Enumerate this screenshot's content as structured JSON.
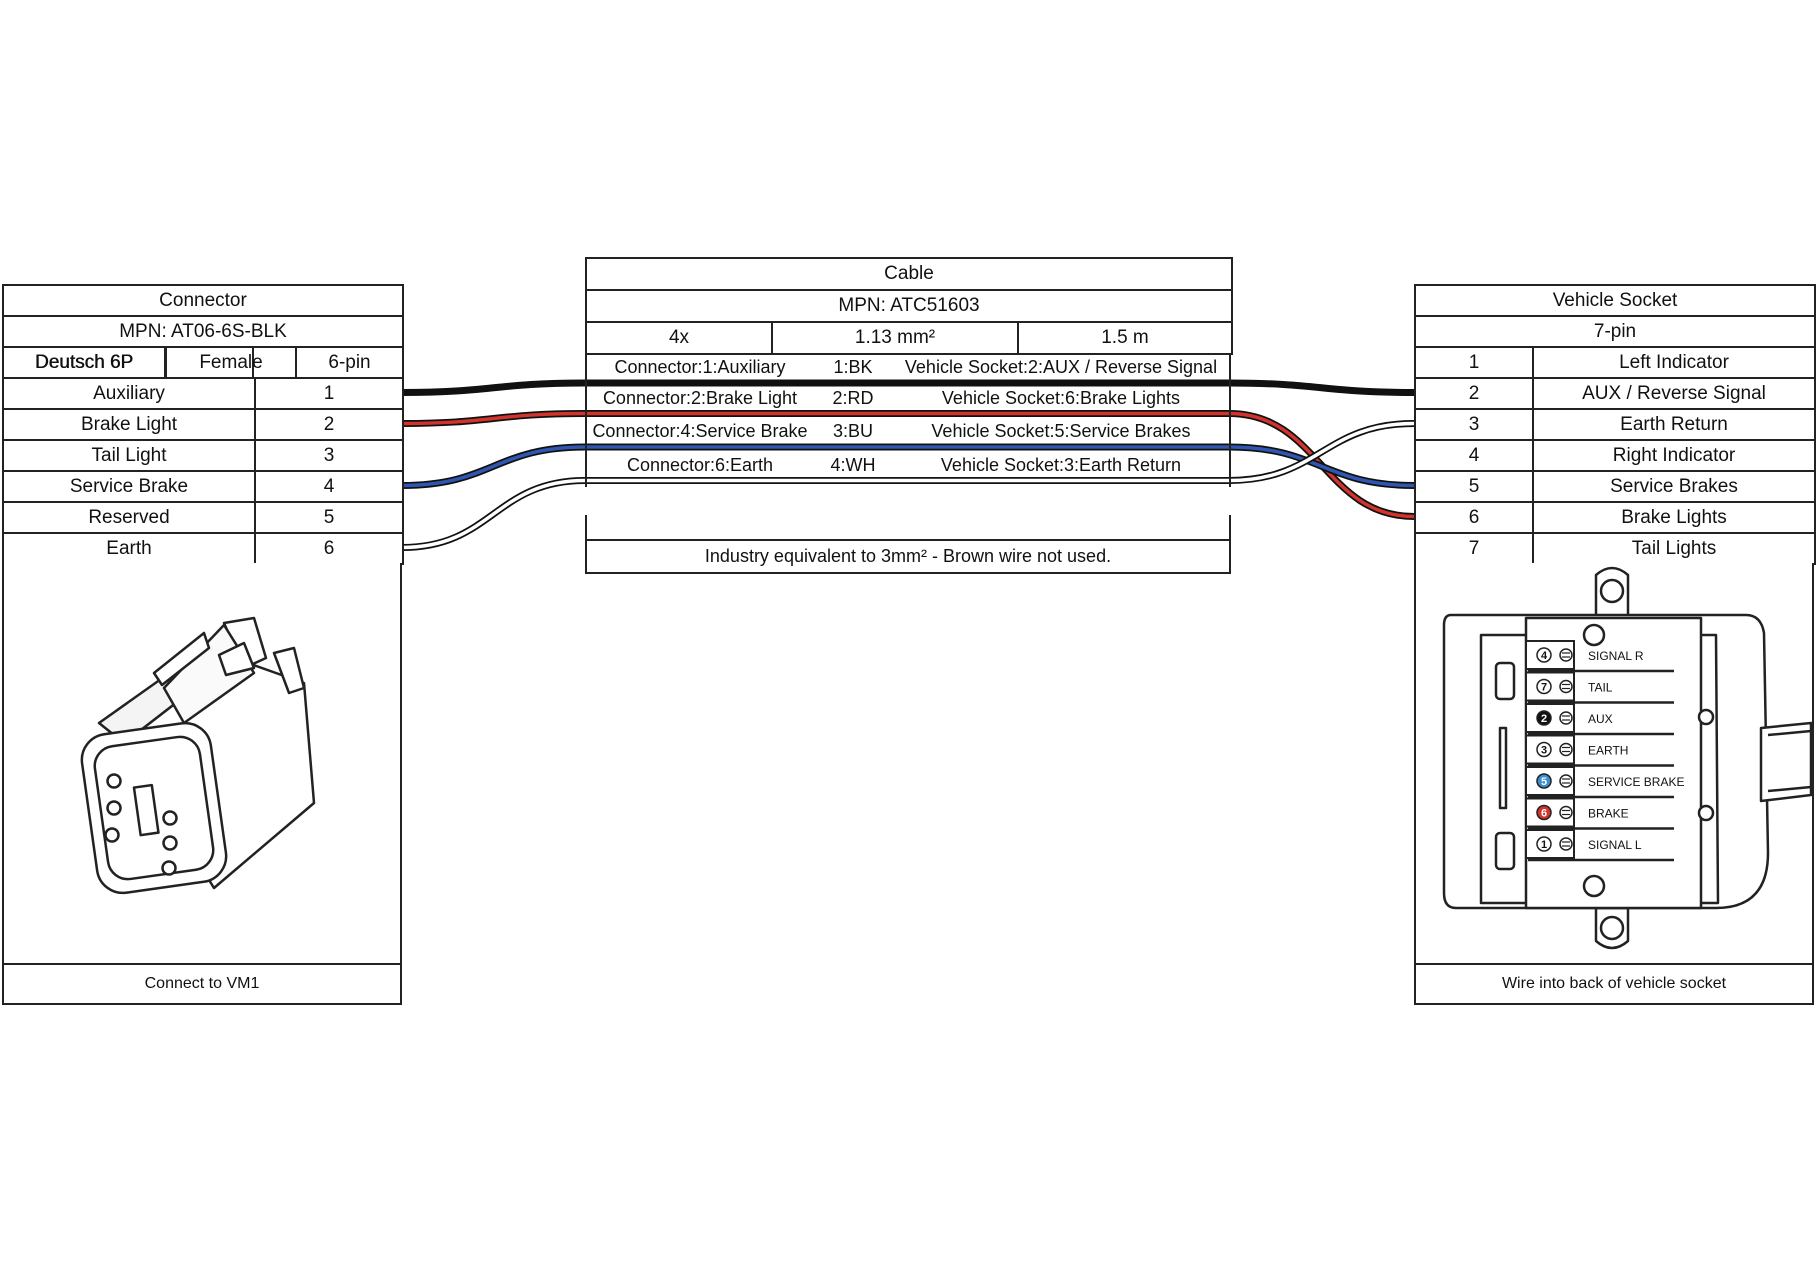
{
  "connector": {
    "title": "Connector",
    "mpn": "MPN: AT06-6S-BLK",
    "type": "Deutsch 6P",
    "gender": "Female",
    "pincount": "6-pin",
    "pins": [
      {
        "label": "Auxiliary",
        "pin": "1"
      },
      {
        "label": "Brake Light",
        "pin": "2"
      },
      {
        "label": "Tail Light",
        "pin": "3"
      },
      {
        "label": "Service Brake",
        "pin": "4"
      },
      {
        "label": "Reserved",
        "pin": "5"
      },
      {
        "label": "Earth",
        "pin": "6"
      }
    ],
    "caption": "Connect to VM1"
  },
  "cable": {
    "title": "Cable",
    "mpn": "MPN: ATC51603",
    "count": "4x",
    "gauge": "1.13 mm²",
    "length": "1.5 m",
    "wires": [
      {
        "from": "Connector:1:Auxiliary",
        "wire": "1:BK",
        "to": "Vehicle Socket:2:AUX / Reverse Signal",
        "color": "#111111"
      },
      {
        "from": "Connector:2:Brake Light",
        "wire": "2:RD",
        "to": "Vehicle Socket:6:Brake Lights",
        "color": "#d0342c"
      },
      {
        "from": "Connector:4:Service Brake",
        "wire": "3:BU",
        "to": "Vehicle Socket:5:Service Brakes",
        "color": "#2f56b0"
      },
      {
        "from": "Connector:6:Earth",
        "wire": "4:WH",
        "to": "Vehicle Socket:3:Earth Return",
        "color": "#ffffff"
      }
    ],
    "note": "Industry equivalent to 3mm² - Brown wire not used."
  },
  "socket": {
    "title": "Vehicle Socket",
    "pincount": "7-pin",
    "pins": [
      {
        "pin": "1",
        "label": "Left Indicator"
      },
      {
        "pin": "2",
        "label": "AUX / Reverse Signal"
      },
      {
        "pin": "3",
        "label": "Earth Return"
      },
      {
        "pin": "4",
        "label": "Right Indicator"
      },
      {
        "pin": "5",
        "label": "Service Brakes"
      },
      {
        "pin": "6",
        "label": "Brake Lights"
      },
      {
        "pin": "7",
        "label": "Tail Lights"
      }
    ],
    "terminals": [
      {
        "num": "4",
        "name": "SIGNAL R",
        "fill": "#ffffff",
        "numcolor": "#111111"
      },
      {
        "num": "7",
        "name": "TAIL",
        "fill": "#ffffff",
        "numcolor": "#111111"
      },
      {
        "num": "2",
        "name": "AUX",
        "fill": "#111111",
        "numcolor": "#ffffff"
      },
      {
        "num": "3",
        "name": "EARTH",
        "fill": "#ffffff",
        "numcolor": "#111111"
      },
      {
        "num": "5",
        "name": "SERVICE BRAKE",
        "fill": "#3a8fd0",
        "numcolor": "#ffffff"
      },
      {
        "num": "6",
        "name": "BRAKE",
        "fill": "#d0342c",
        "numcolor": "#ffffff"
      },
      {
        "num": "1",
        "name": "SIGNAL L",
        "fill": "#ffffff",
        "numcolor": "#111111"
      }
    ],
    "caption": "Wire into back of vehicle socket"
  }
}
